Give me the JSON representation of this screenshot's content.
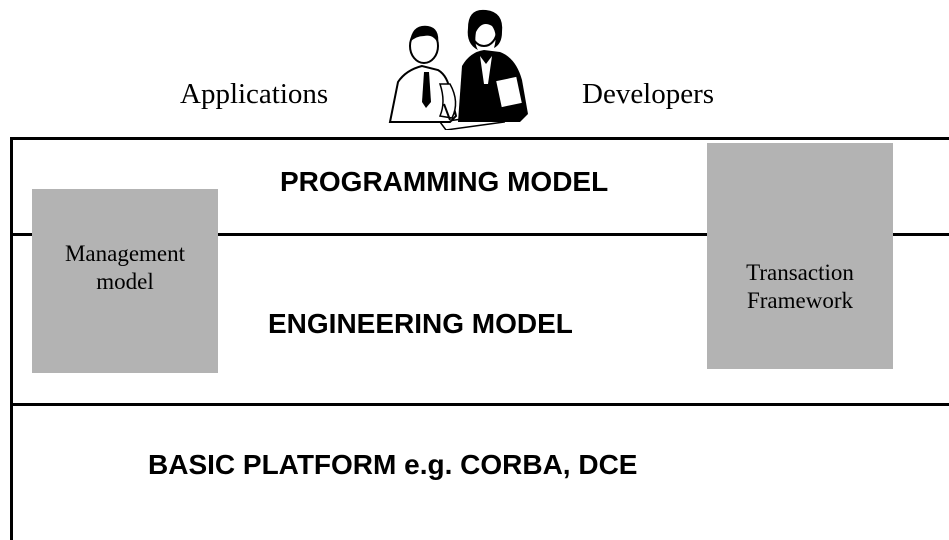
{
  "header": {
    "left_label": "Applications",
    "right_label": "Developers",
    "illustration_icon": "two-people-business-icon"
  },
  "layers": {
    "programming": "PROGRAMMING MODEL",
    "engineering": "ENGINEERING MODEL",
    "platform": "BASIC PLATFORM e.g. CORBA, DCE"
  },
  "side_boxes": {
    "management": {
      "line1": "Management",
      "line2": "model"
    },
    "transaction": {
      "line1": "Transaction",
      "line2": "Framework"
    }
  },
  "colors": {
    "box_fill": "#b3b3b3",
    "line": "#000000",
    "background": "#ffffff"
  }
}
